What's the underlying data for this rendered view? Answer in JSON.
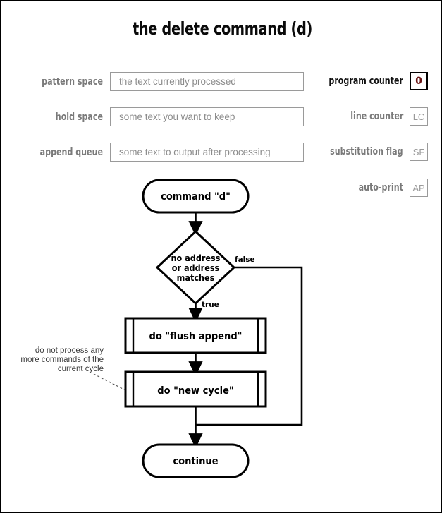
{
  "page": {
    "title": "the delete command (d)"
  },
  "registers": {
    "left": [
      {
        "label": "pattern space",
        "value": "the text currently processed"
      },
      {
        "label": "hold space",
        "value": "some text you want to keep"
      },
      {
        "label": "append queue",
        "value": "some text to output after processing"
      }
    ],
    "right": [
      {
        "label": "program counter",
        "value": "0",
        "active": true
      },
      {
        "label": "line counter",
        "value": "LC",
        "active": false
      },
      {
        "label": "substitution flag",
        "value": "SF",
        "active": false
      },
      {
        "label": "auto-print",
        "value": "AP",
        "active": false
      }
    ]
  },
  "flow": {
    "start": "command \"d\"",
    "decision": {
      "line1": "no address",
      "line2": "or address",
      "line3": "matches"
    },
    "edges": {
      "false_label": "false",
      "true_label": "true"
    },
    "process1": "do \"flush append\"",
    "process2": "do \"new cycle\"",
    "end": "continue",
    "note": {
      "line1": "do not process any",
      "line2": "more commands of the",
      "line3": "current cycle"
    }
  },
  "colors": {
    "accent": "#6b1616",
    "label_gray": "#7a7a7a",
    "placeholder_gray": "#8b8b8b",
    "border_gray": "#9a9a9a",
    "ink": "#000000"
  }
}
